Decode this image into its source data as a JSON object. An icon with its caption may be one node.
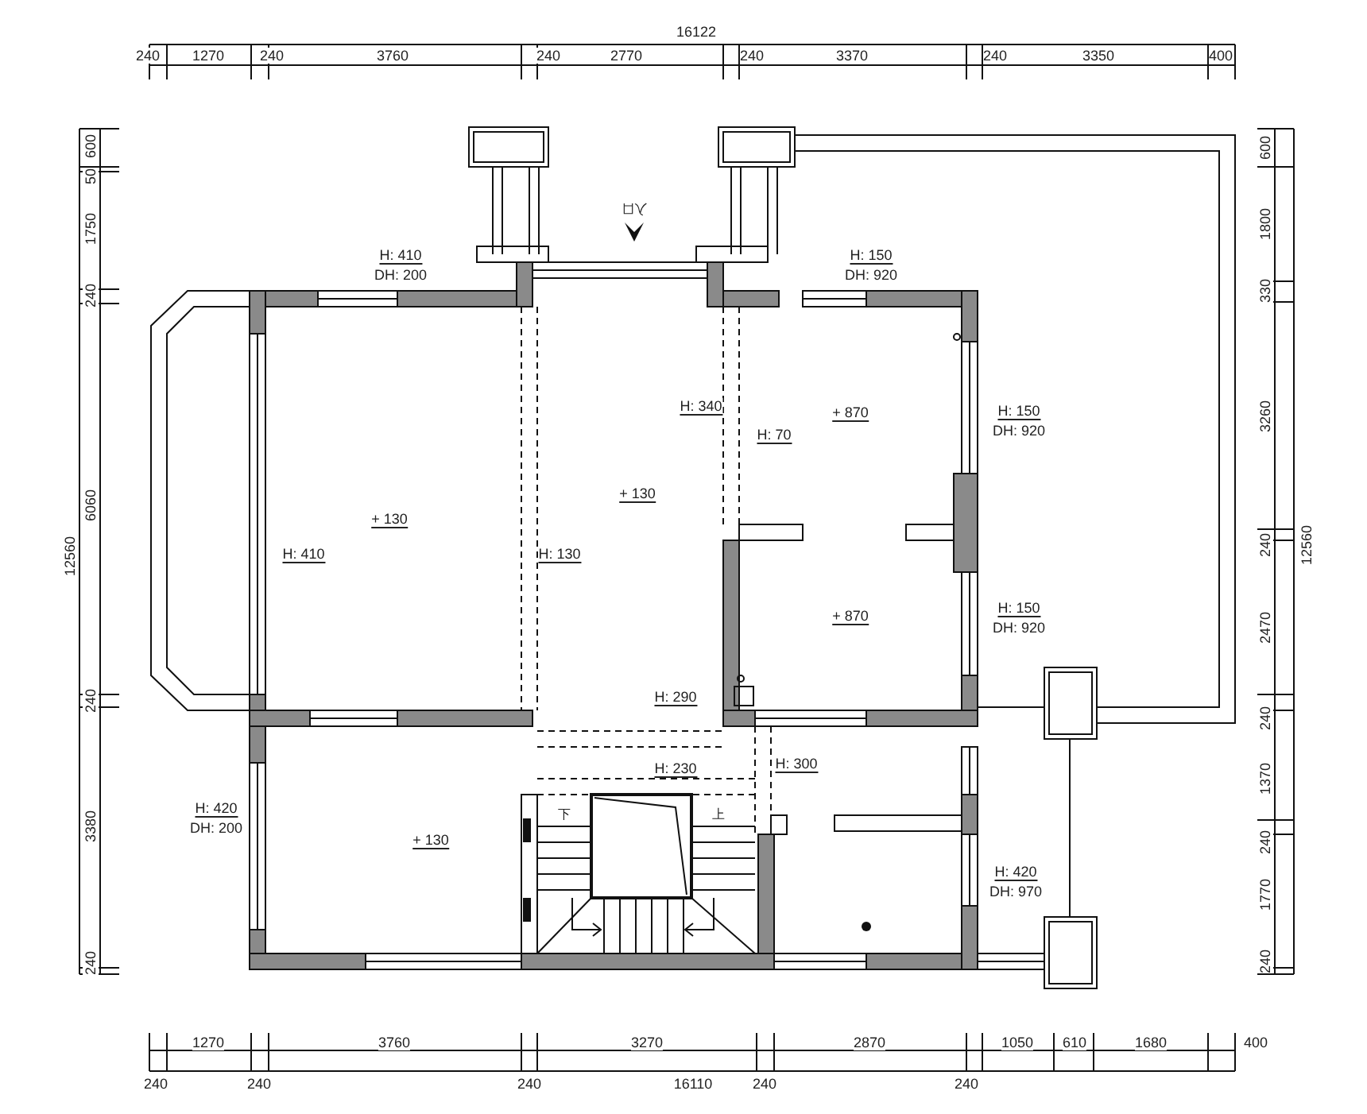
{
  "diagram": {
    "labels": [
      "16122",
      "240",
      "1270",
      "240",
      "3760",
      "240",
      "2770",
      "240",
      "3370",
      "240",
      "3350",
      "400",
      "600",
      "50",
      "1750",
      "240",
      "6060",
      "12560",
      "240",
      "3380",
      "240",
      "600",
      "1800",
      "330",
      "3260",
      "12560",
      "240",
      "2470",
      "240",
      "1370",
      "240",
      "1770",
      "240",
      "入口",
      "H: 410",
      "DH: 200",
      "H: 150",
      "DH: 920",
      "H: 150",
      "DH: 920",
      "H: 340",
      "+ 870",
      "H: 70",
      "+ 130",
      "+ 130",
      "H: 410",
      "H: 130",
      "H: 150",
      "DH: 920",
      "+ 870",
      "H: 290",
      "H: 230",
      "H: 300",
      "H: 420",
      "DH: 200",
      "+ 130",
      "下",
      "上",
      "H: 420",
      "DH: 970",
      "1270",
      "3760",
      "3270",
      "2870",
      "1050",
      "610",
      "1680",
      "400",
      "240",
      "240",
      "240",
      "16110",
      "240",
      "240"
    ]
  }
}
